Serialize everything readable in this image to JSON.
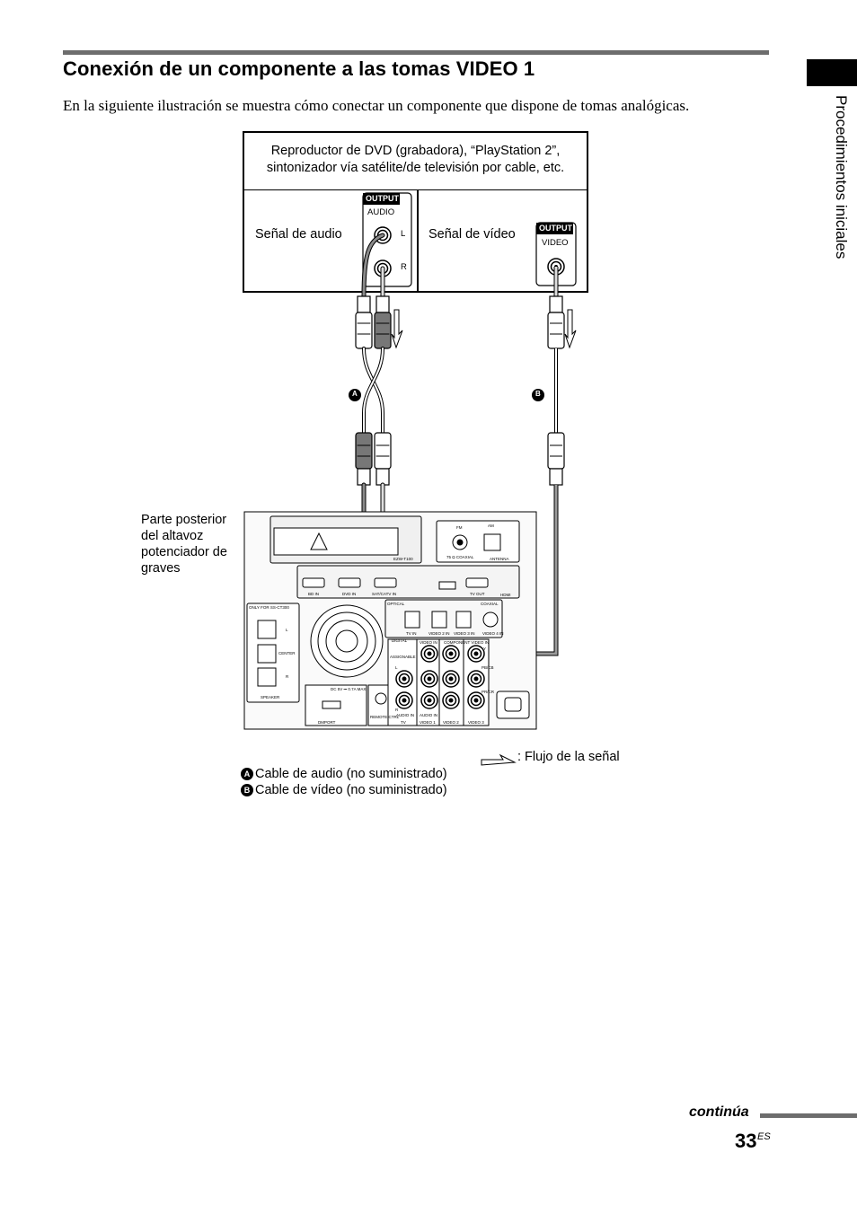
{
  "header": {
    "title": "Conexión de un componente a las tomas VIDEO 1",
    "intro": "En la siguiente ilustración se muestra cómo conectar un componente que dispone de tomas analógicas."
  },
  "side_tab": {
    "label": "Procedimientos iniciales"
  },
  "device": {
    "description_line1": "Reproductor de DVD (grabadora), “PlayStation 2”,",
    "description_line2": "sintonizador vía satélite/de televisión por cable, etc.",
    "audio_label": "Señal de audio",
    "video_label": "Señal de vídeo",
    "output_badge": "OUTPUT",
    "audio_jack": "AUDIO",
    "audio_left": "L",
    "audio_right": "R",
    "video_jack": "VIDEO"
  },
  "cables": {
    "a_marker": "A",
    "b_marker": "B"
  },
  "subwoofer_label": {
    "line1": "Parte posterior",
    "line2": "del altavoz",
    "line3": "potenciador de",
    "line4": "graves"
  },
  "panel": {
    "ezw": "EZW-T100",
    "fm": "FM",
    "am": "AM",
    "coaxial_ohm": "75 Ω COAXIAL",
    "antenna": "ANTENNA",
    "bd_in": "BD IN",
    "dvd_in": "DVD IN",
    "sat_in": "SAT/CATV IN",
    "tv_out": "TV OUT",
    "hdmi": "HDMI",
    "only_for": "ONLY FOR SS-CT300",
    "spk_l": "L",
    "spk_center": "CENTER",
    "spk_r": "R",
    "speaker": "SPEAKER",
    "optical": "OPTICAL",
    "coaxial": "COAXIAL",
    "opt_tv": "TV IN",
    "opt_v2": "VIDEO 2 IN",
    "opt_v3": "VIDEO 3 IN",
    "coax_v4": "VIDEO 4 IN",
    "digital": "DIGITAL",
    "video_in": "VIDEO IN",
    "component_video_in": "COMPONENT VIDEO IN",
    "assignable": "ASSIGNABLE",
    "y": "Y",
    "pb": "PB/CB",
    "pr": "PR/CR",
    "dc": "DC 5V ⎓ 0.7A MAX",
    "dmport": "DMPORT",
    "remote": "REMOTE CTRL",
    "audio_in_tv": "AUDIO IN",
    "audio_in_v1": "AUDIO IN",
    "tv_group": "TV",
    "v1_group": "VIDEO 1",
    "v2_group": "VIDEO 2",
    "v3_group": "VIDEO 3",
    "ch_l": "L",
    "ch_r": "R"
  },
  "legend": {
    "flow": ": Flujo de la señal",
    "a_text": "Cable de audio (no suministrado)",
    "b_text": "Cable de vídeo (no suministrado)"
  },
  "footer": {
    "continua": "continúa",
    "page_number": "33",
    "page_suffix": "ES"
  }
}
